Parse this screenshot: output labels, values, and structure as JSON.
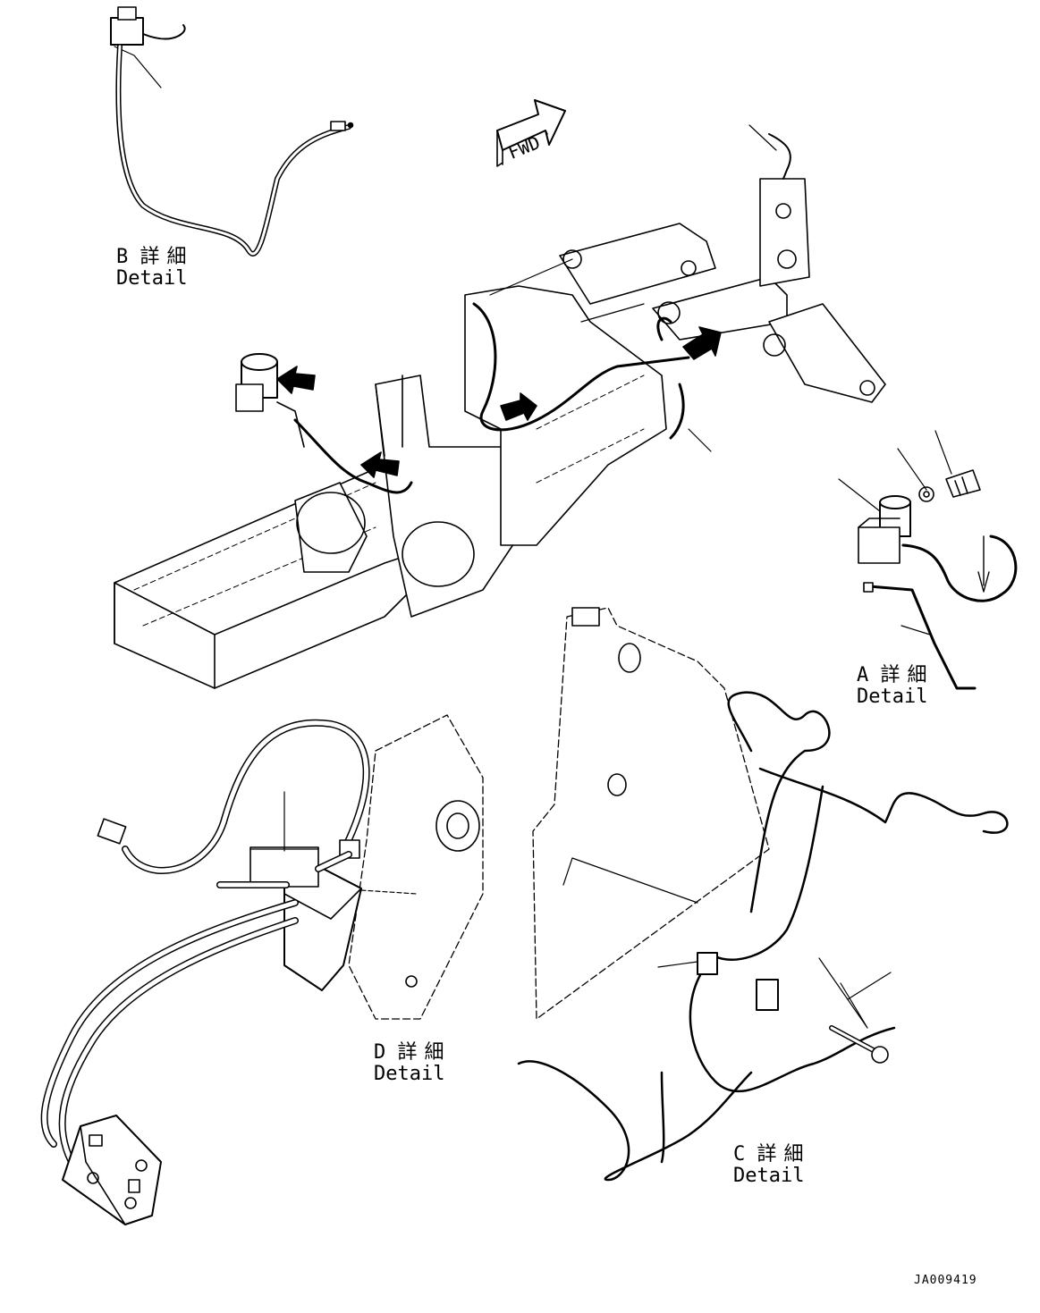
{
  "fwd_label": "FWD",
  "details": [
    {
      "letter": "B",
      "jp": "詳細",
      "en": "Detail"
    },
    {
      "letter": "A",
      "jp": "詳細",
      "en": "Detail"
    },
    {
      "letter": "D",
      "jp": "詳細",
      "en": "Detail"
    },
    {
      "letter": "C",
      "jp": "詳細",
      "en": "Detail"
    }
  ],
  "drawing_code": "JA009419",
  "colors": {
    "line": "#000000",
    "background": "#ffffff"
  }
}
